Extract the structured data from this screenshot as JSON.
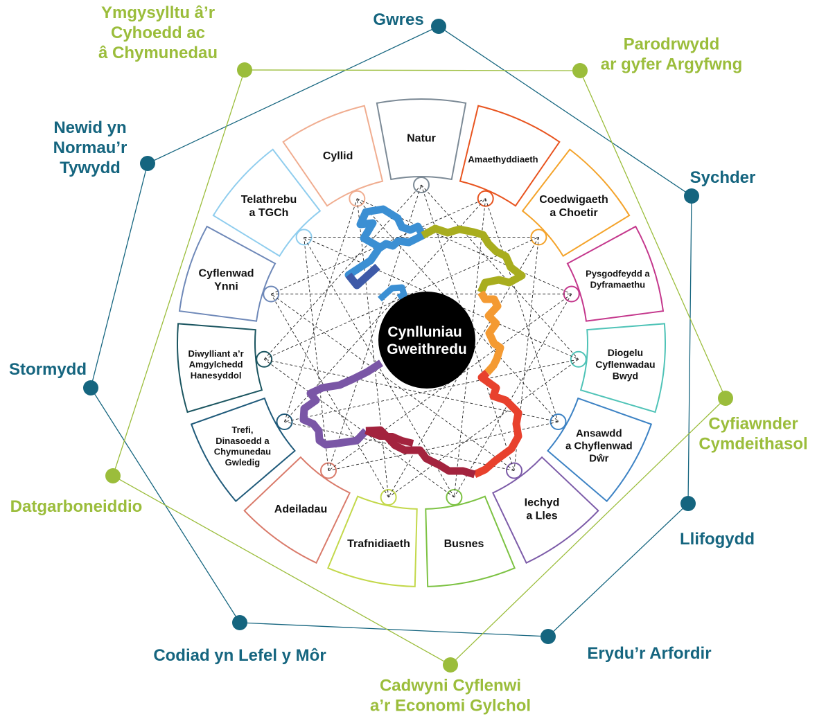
{
  "center": {
    "lines": [
      "Cynlluniau",
      "Gweithredu"
    ],
    "color": "#000000"
  },
  "hazards": {
    "climate": {
      "color": "#15657f",
      "items": [
        {
          "id": "heat",
          "lines": [
            "Gwres"
          ]
        },
        {
          "id": "drought",
          "lines": [
            "Sychder"
          ]
        },
        {
          "id": "flooding",
          "lines": [
            "Llifogydd"
          ]
        },
        {
          "id": "coastal-erosion",
          "lines": [
            "Erydu’r Arfordir"
          ]
        },
        {
          "id": "sea-level-rise",
          "lines": [
            "Codiad yn Lefel y Môr"
          ]
        },
        {
          "id": "storms",
          "lines": [
            "Stormydd"
          ]
        },
        {
          "id": "weather-norms",
          "lines": [
            "Newid yn",
            "Normau’r",
            "Tywydd"
          ]
        }
      ]
    },
    "crosscutting": {
      "color": "#9bbd3b",
      "items": [
        {
          "id": "emergency-preparedness",
          "lines": [
            "Parodrwydd",
            "ar gyfer Argyfwng"
          ]
        },
        {
          "id": "social-justice",
          "lines": [
            "Cyfiawnder",
            "Cymdeithasol"
          ]
        },
        {
          "id": "supply-chains",
          "lines": [
            "Cadwyni Cyflenwi",
            "a’r Economi Gylchol"
          ]
        },
        {
          "id": "decarbonisation",
          "lines": [
            "Datgarboneiddio"
          ]
        },
        {
          "id": "public-engagement",
          "lines": [
            "Ymgysylltu â’r",
            "Cyhoedd ac",
            "â Chymunedau"
          ]
        }
      ]
    }
  },
  "sectors": [
    {
      "id": "nature",
      "lines": [
        "Natur"
      ],
      "color": "#7c8a96"
    },
    {
      "id": "agriculture",
      "lines": [
        "Amaethyddiaeth"
      ],
      "color": "#e8541f"
    },
    {
      "id": "forestry",
      "lines": [
        "Coedwigaeth",
        "a Choetir"
      ],
      "color": "#f4a32a"
    },
    {
      "id": "fisheries",
      "lines": [
        "Pysgodfeydd a",
        "Dyframaethu"
      ],
      "color": "#c4378c"
    },
    {
      "id": "food-security",
      "lines": [
        "Diogelu",
        "Cyflenwadau",
        "Bwyd"
      ],
      "color": "#4fc3b7"
    },
    {
      "id": "water",
      "lines": [
        "Ansawdd",
        "a Chyflenwad",
        "Dŵr"
      ],
      "color": "#3c82c4"
    },
    {
      "id": "health",
      "lines": [
        "Iechyd",
        "a Lles"
      ],
      "color": "#7c5ba8"
    },
    {
      "id": "business",
      "lines": [
        "Busnes"
      ],
      "color": "#7cc242"
    },
    {
      "id": "transport",
      "lines": [
        "Trafnidiaeth"
      ],
      "color": "#c3d84a"
    },
    {
      "id": "buildings",
      "lines": [
        "Adeiladau"
      ],
      "color": "#d97a6a"
    },
    {
      "id": "towns",
      "lines": [
        "Trefi,",
        "Dinasoedd a",
        "Chymunedau",
        "Gwledig"
      ],
      "color": "#1f5a7a"
    },
    {
      "id": "heritage",
      "lines": [
        "Diwylliant a’r",
        "Amgylchedd",
        "Hanesyddol"
      ],
      "color": "#1b5560"
    },
    {
      "id": "energy",
      "lines": [
        "Cyflenwad",
        "Ynni"
      ],
      "color": "#6e88b8"
    },
    {
      "id": "telecoms",
      "lines": [
        "Telathrebu",
        "a TGCh"
      ],
      "color": "#8fcdee"
    },
    {
      "id": "finance",
      "lines": [
        "Cyllid"
      ],
      "color": "#f0ad90"
    }
  ],
  "map_colors": [
    "#3b8fd3",
    "#a8ad1e",
    "#f49a32",
    "#e8412d",
    "#a3233e",
    "#7a56a6",
    "#3e5aa8"
  ]
}
